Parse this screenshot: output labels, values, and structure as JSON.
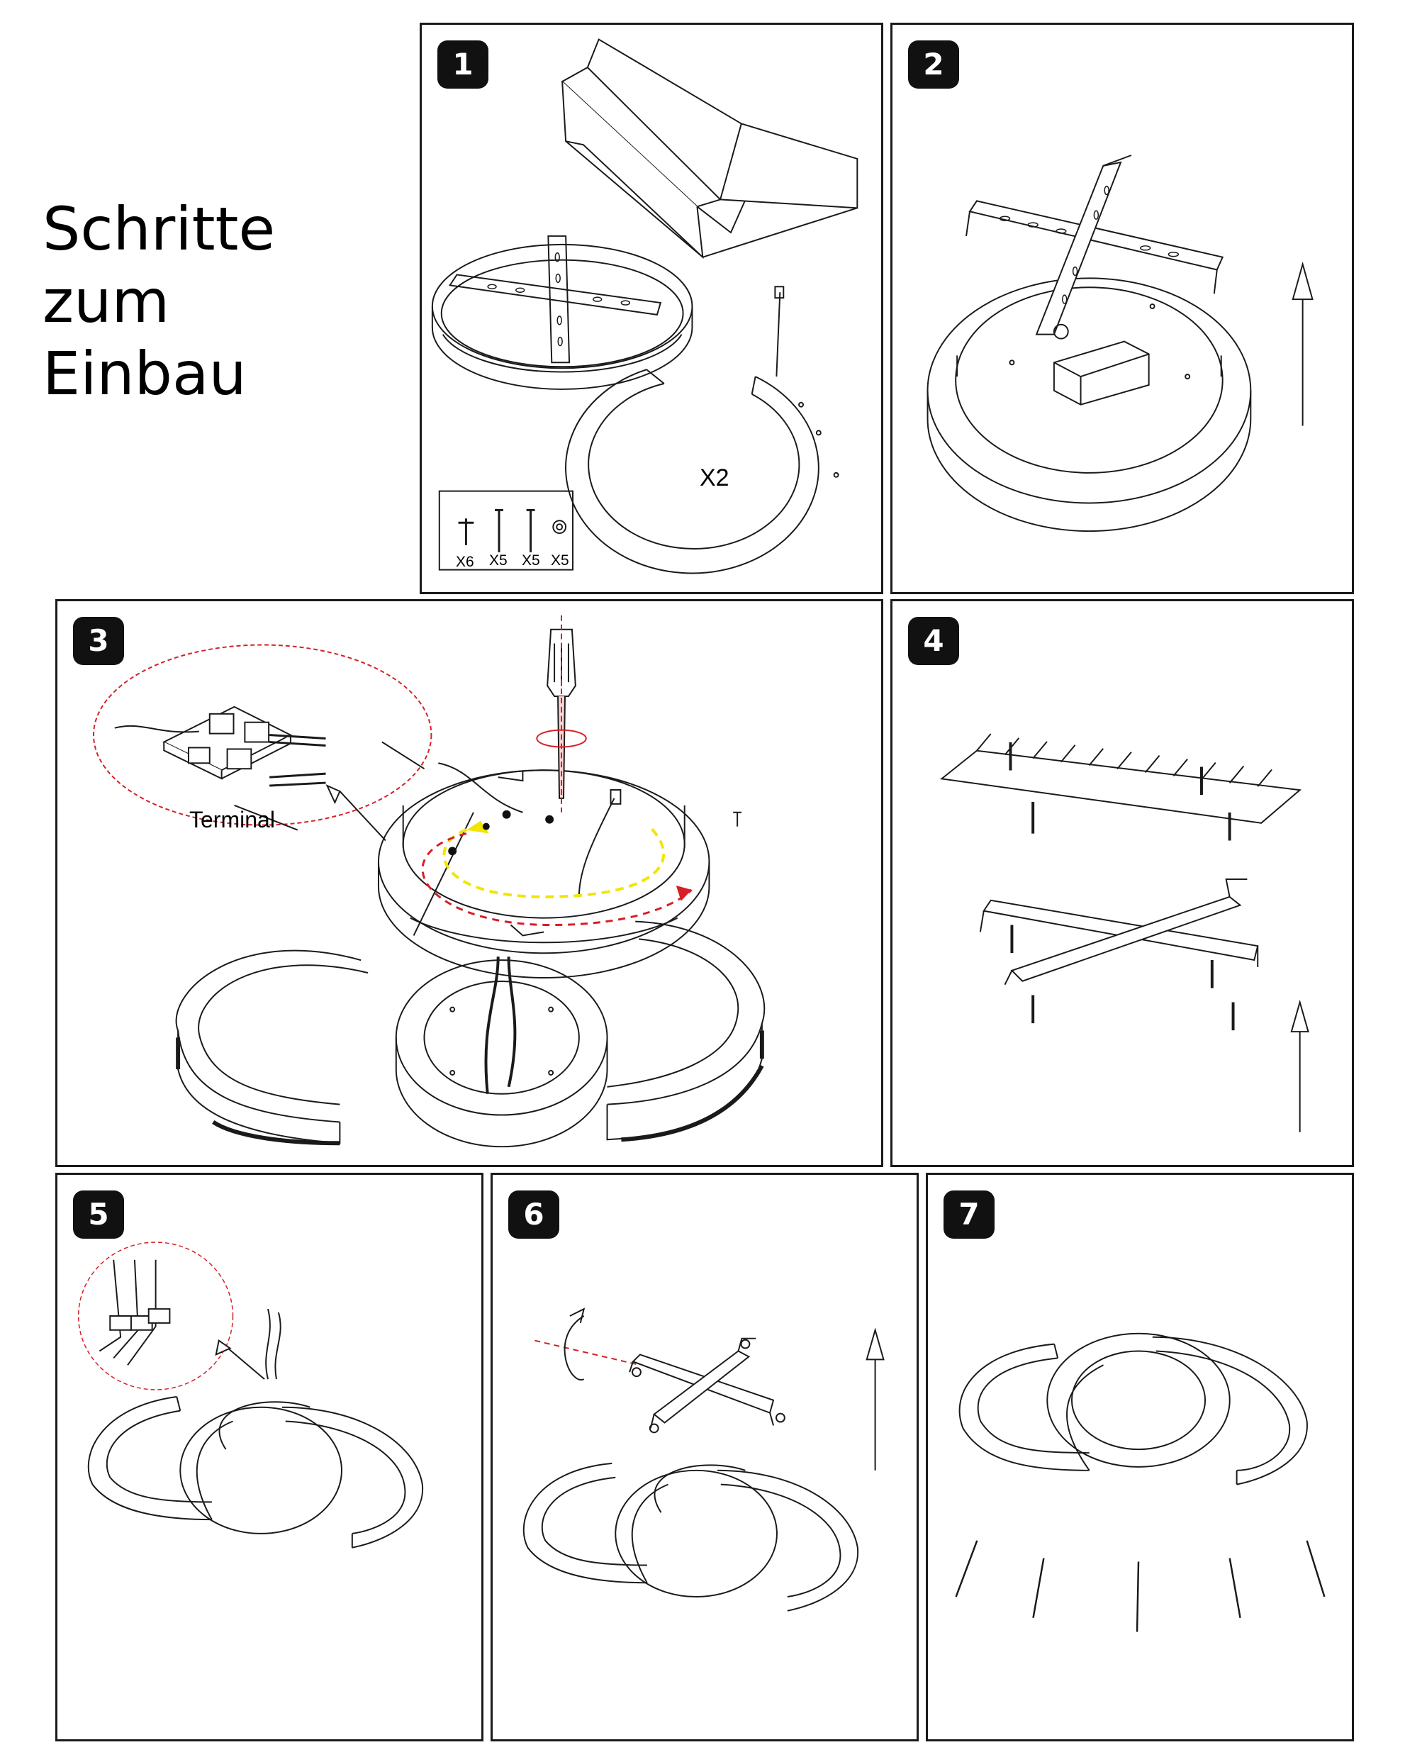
{
  "heading": {
    "line1": "Schritte zum",
    "line2": "Einbau"
  },
  "steps": [
    {
      "number": "1",
      "labels": {
        "quantity": "X2",
        "hardware": [
          "X6",
          "X5",
          "X5",
          "X5"
        ]
      }
    },
    {
      "number": "2"
    },
    {
      "number": "3",
      "labels": {
        "callout": "Terminal"
      }
    },
    {
      "number": "4"
    },
    {
      "number": "5"
    },
    {
      "number": "6"
    },
    {
      "number": "7"
    }
  ],
  "colors": {
    "line": "#1a1a1a",
    "badge": "#111111",
    "callout_red": "#d61f26",
    "highlight_yellow": "#f2e600"
  }
}
